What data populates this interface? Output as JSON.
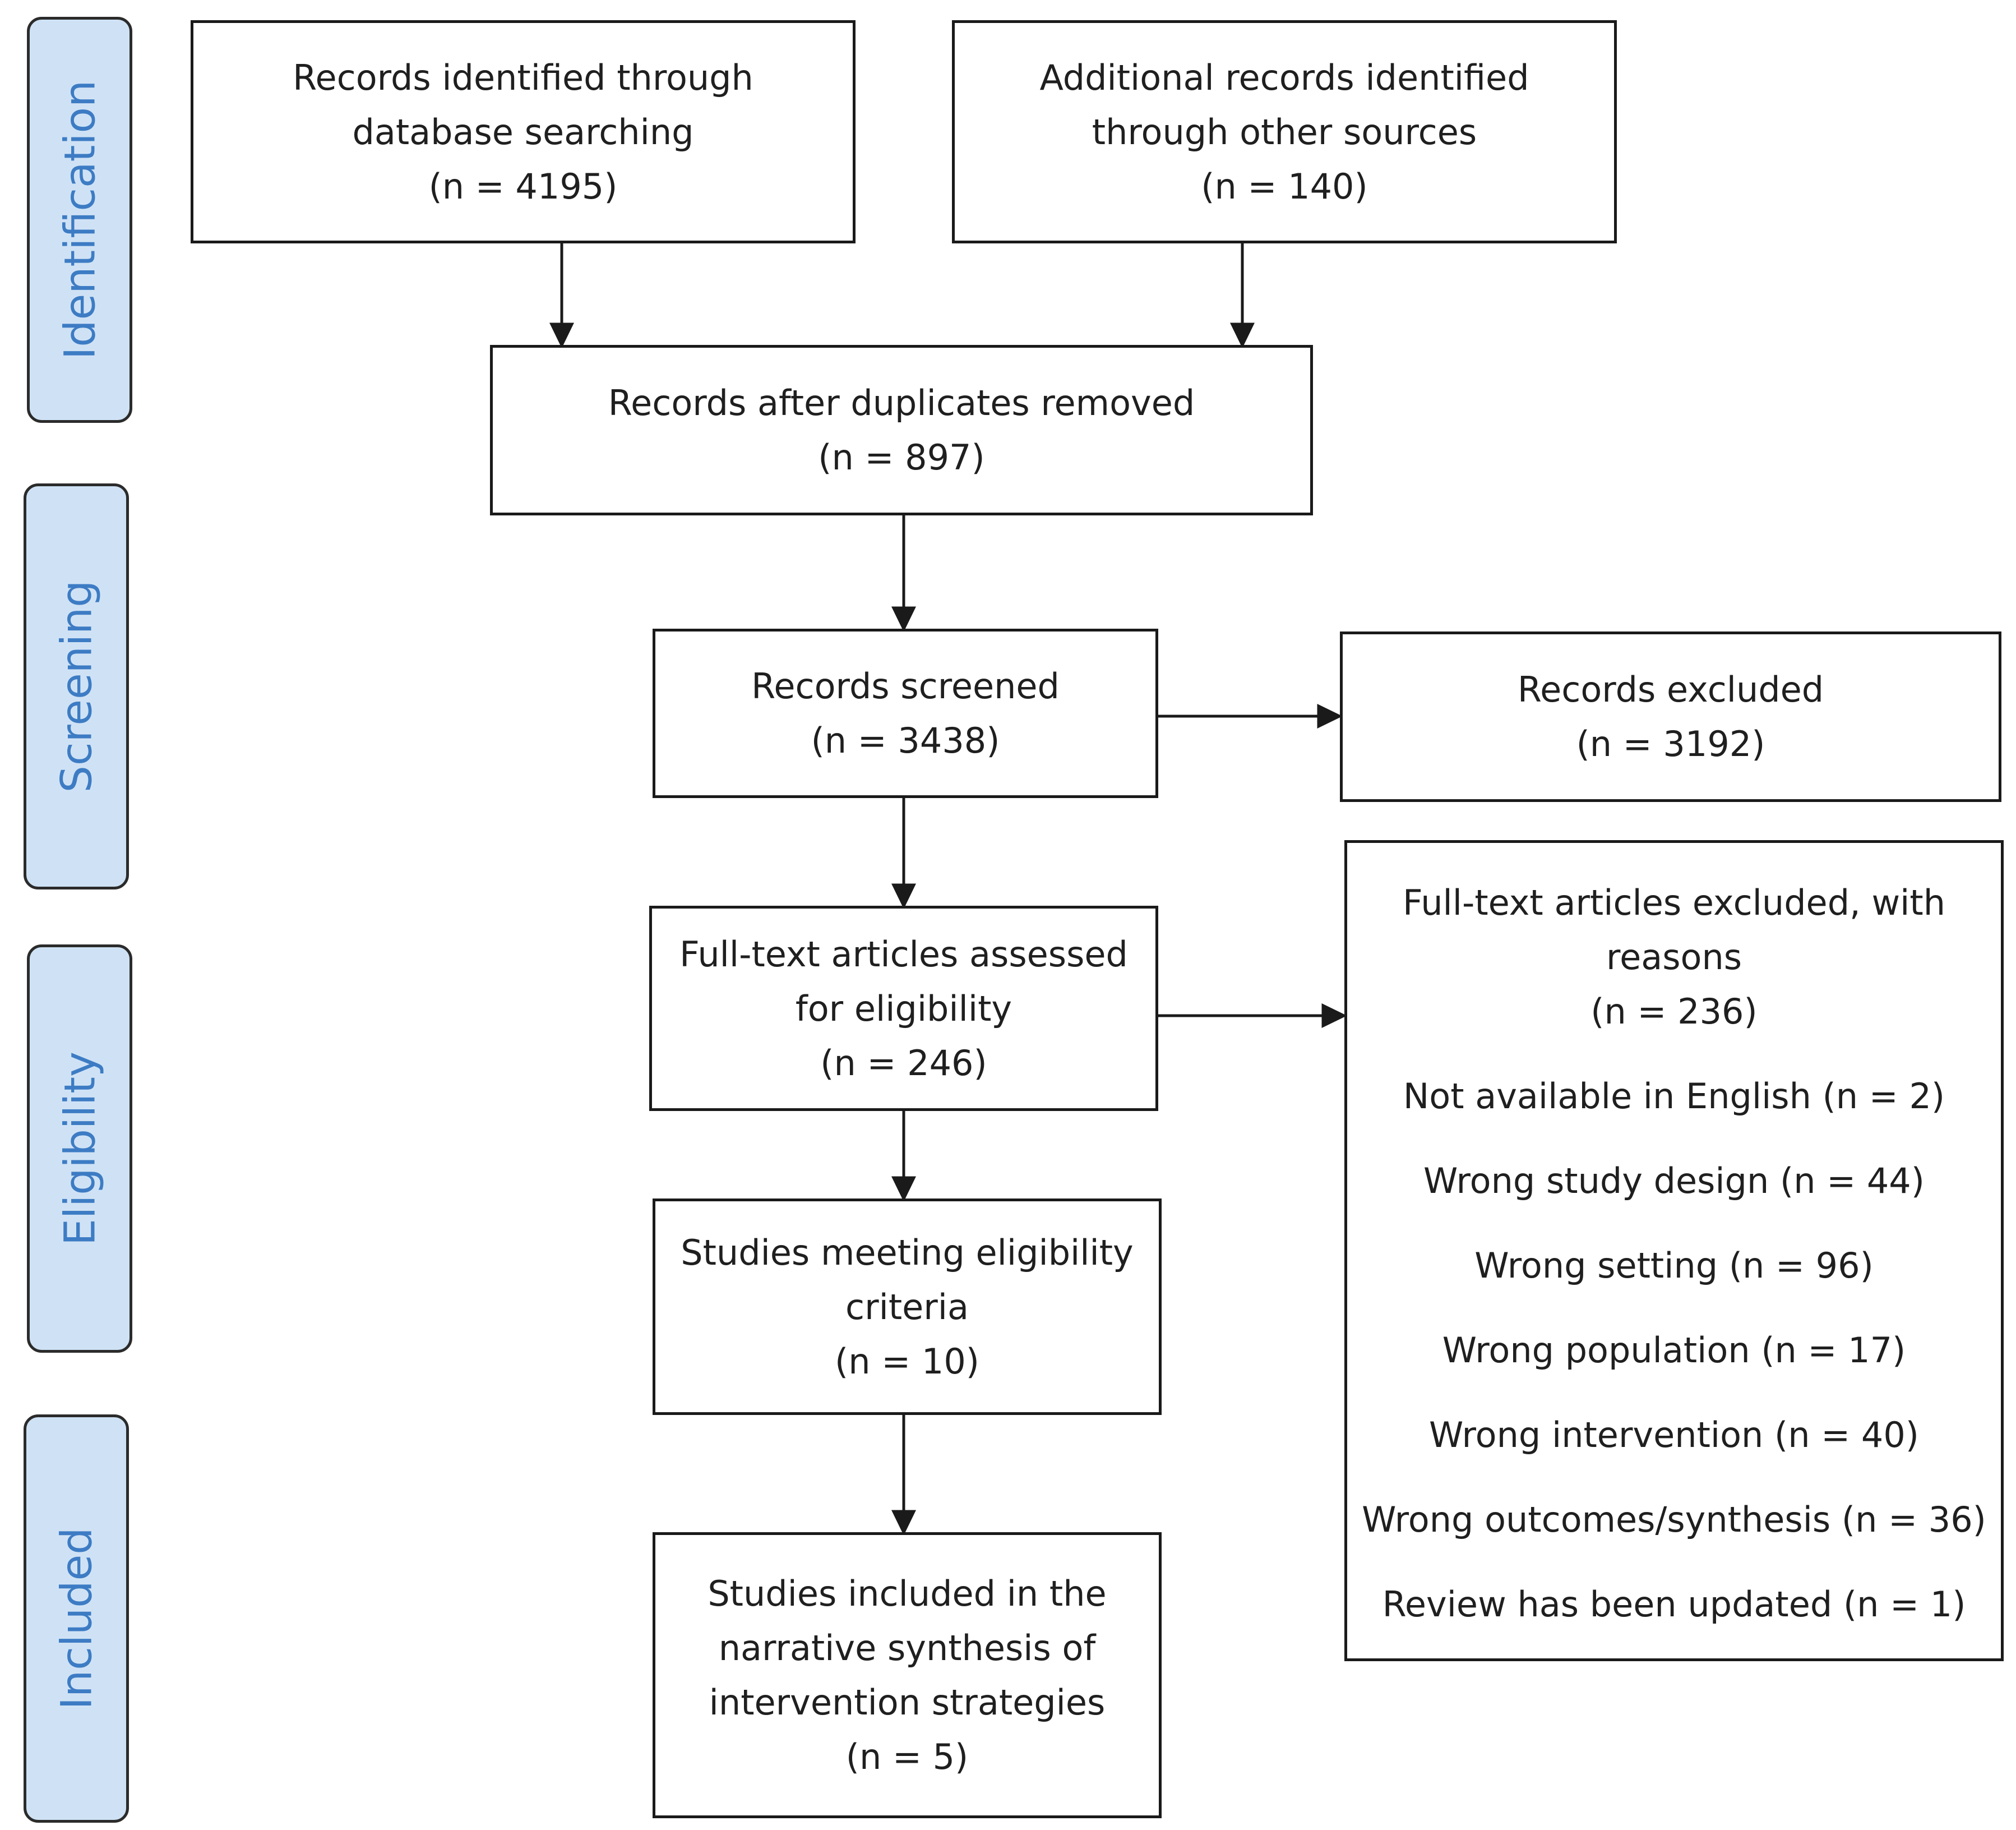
{
  "phases": {
    "identification": "Identification",
    "screening": "Screening",
    "eligibility": "Eligibility",
    "included": "Included"
  },
  "boxes": {
    "database_records": {
      "lines": [
        "Records identified through",
        "database searching",
        "(n = 4195)"
      ]
    },
    "other_records": {
      "lines": [
        "Additional records identified",
        "through other sources",
        "(n = 140)"
      ]
    },
    "after_duplicates": {
      "lines": [
        "Records after duplicates removed",
        "(n = 897)"
      ]
    },
    "screened": {
      "lines": [
        "Records screened",
        "(n = 3438)"
      ]
    },
    "excluded": {
      "lines": [
        "Records excluded",
        "(n = 3192)"
      ]
    },
    "full_text_assessed": {
      "lines": [
        "Full-text articles assessed",
        "for eligibility",
        "(n = 246)"
      ]
    },
    "full_text_excluded": {
      "lines": [
        "Full-text articles excluded, with",
        "reasons",
        "(n = 236)"
      ],
      "reasons": [
        "Not available in English (n = 2)",
        "Wrong study design (n = 44)",
        "Wrong setting (n = 96)",
        "Wrong population (n = 17)",
        "Wrong intervention (n = 40)",
        "Wrong outcomes/synthesis (n = 36)",
        "Review has been updated (n = 1)"
      ]
    },
    "meeting_criteria": {
      "lines": [
        "Studies meeting eligibility",
        "criteria",
        "(n = 10)"
      ]
    },
    "included": {
      "lines": [
        "Studies included in the",
        "narrative synthesis of",
        "intervention strategies",
        "(n = 5)"
      ]
    }
  },
  "colors": {
    "phase_fill": "#cfe2f5",
    "phase_text": "#3d7cc4",
    "border": "#1a1a1a",
    "text": "#1f1f1f"
  }
}
